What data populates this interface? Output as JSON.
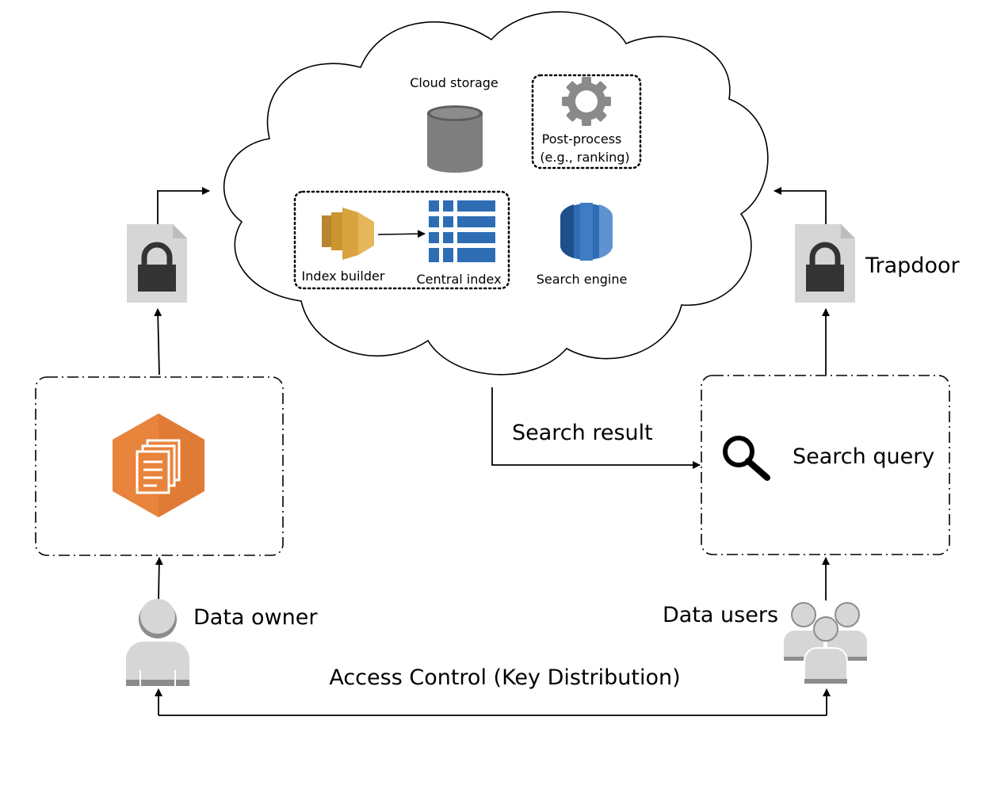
{
  "cloud": {
    "storage_label": "Cloud storage",
    "postprocess_label_1": "Post-process",
    "postprocess_label_2": "(e.g., ranking)",
    "index_builder_label": "Index builder",
    "central_index_label": "Central index",
    "search_engine_label": "Search engine"
  },
  "labels": {
    "trapdoor": "Trapdoor",
    "search_result": "Search result",
    "search_query": "Search query",
    "data_owner": "Data owner",
    "data_users": "Data users",
    "access_control": "Access Control (Key Distribution)"
  },
  "icons": {
    "database": "database-icon",
    "gear": "gear-icon",
    "index_builder": "index-builder-icon",
    "central_index": "central-index-icon",
    "search_engine": "search-engine-icon",
    "lock_left": "lock-icon",
    "lock_right": "lock-icon",
    "documents": "documents-icon",
    "magnifier": "magnifier-icon",
    "user": "user-icon",
    "users": "users-icon"
  },
  "colors": {
    "orange": "#E8843C",
    "gold": "#D9A440",
    "blue": "#2E6DB4",
    "gray": "#7A7A7A",
    "lightgray": "#D6D6D6"
  }
}
